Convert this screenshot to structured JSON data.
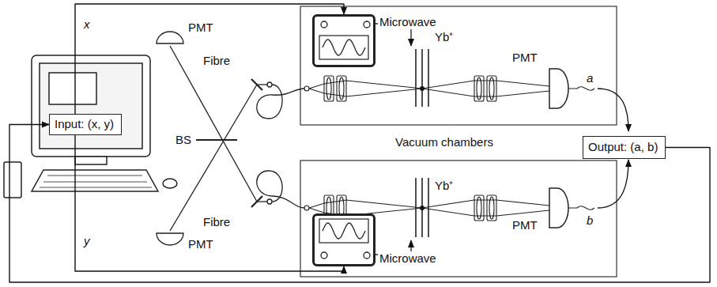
{
  "diagram": {
    "nodes": [
      {
        "text": [
          "Input: (x, y)"
        ]
      },
      {
        "text": [
          "Microwave"
        ]
      },
      {
        "text": [
          "Microwave"
        ]
      },
      {
        "text": [
          "Output: (a, b)"
        ]
      }
    ],
    "edges": [
      {
        "from": 0,
        "to": 1,
        "arrow": "to"
      },
      {
        "from": 0,
        "to": 2,
        "arrow": "to"
      },
      {
        "from": 3,
        "to": 0,
        "arrow": "to"
      }
    ],
    "labels": [
      "x",
      "y",
      "PMT",
      "PMT",
      "BS",
      "Fibre",
      "Fibre",
      "Vacuum chambers",
      "Yb⁺",
      "Yb⁺",
      "PMT",
      "PMT",
      "a",
      "b"
    ]
  }
}
